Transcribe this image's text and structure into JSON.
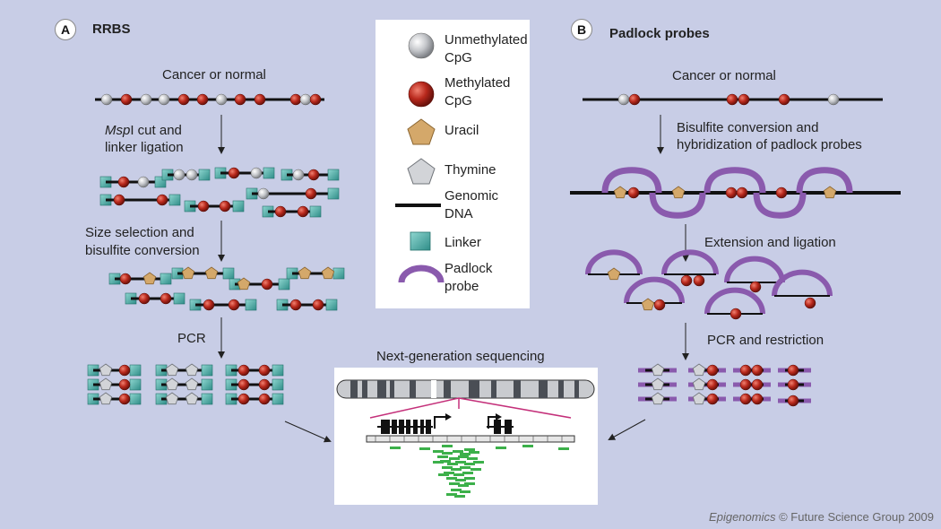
{
  "panelA": {
    "badge": "A",
    "title": "RRBS",
    "step1": "Cancer or normal",
    "step2_italic": "Msp",
    "step2_rest": "I cut and",
    "step2_line2": "linker ligation",
    "step3_line1": "Size selection and",
    "step3_line2": "bisulfite conversion",
    "step4": "PCR"
  },
  "panelB": {
    "badge": "B",
    "title": "Padlock probes",
    "step1": "Cancer or normal",
    "step2_line1": "Bisulfite conversion and",
    "step2_line2": "hybridization of padlock probes",
    "step3": "Extension and ligation",
    "step4": "PCR and restriction"
  },
  "legend": {
    "unmethylated_line1": "Unmethylated",
    "unmethylated_line2": "CpG",
    "methylated_line1": "Methylated",
    "methylated_line2": "CpG",
    "uracil": "Uracil",
    "thymine": "Thymine",
    "genomic_line1": "Genomic",
    "genomic_line2": "DNA",
    "linker": "Linker",
    "padlock_line1": "Padlock",
    "padlock_line2": "probe"
  },
  "ngs": {
    "title": "Next-generation sequencing"
  },
  "credit": {
    "journal": "Epigenomics",
    "rest": " © Future Science Group 2009"
  },
  "colors": {
    "background": "#c8cde6",
    "methylated": "#b8281c",
    "unmethylated": "#c4c6ca",
    "uracil": "#d4a86a",
    "thymine": "#c9cbcf",
    "linker": "#4fb3ad",
    "padlock": "#8a5aad",
    "reads": "#3cb04a",
    "ngs_line": "#c4307a"
  }
}
